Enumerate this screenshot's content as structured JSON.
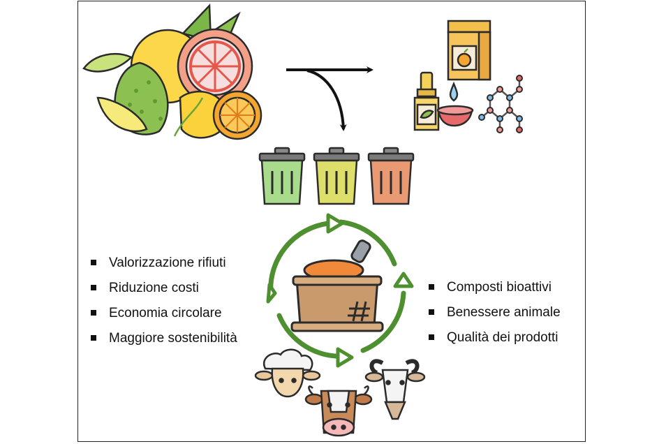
{
  "icons": {
    "fruits": "citrus-fruits-icon",
    "products": [
      "juice-carton-icon",
      "essential-oil-bottle-icon",
      "oil-drop-bowl-icon",
      "molecule-icon"
    ],
    "bins": [
      "green-bin-icon",
      "yellow-bin-icon",
      "orange-bin-icon"
    ],
    "feed": "feed-sack-icon",
    "animals": [
      "sheep-icon",
      "cow-icon",
      "goat-icon"
    ]
  },
  "colors": {
    "cycle_arrow": "#4e8f2f",
    "bin_green": "#a9db8c",
    "bin_yellow": "#dede6a",
    "bin_orange": "#e99a72",
    "sack": "#c99a6c"
  },
  "left_bullets": [
    "Valorizzazione rifiuti",
    "Riduzione costi",
    "Economia circolare",
    "Maggiore sostenibilità"
  ],
  "right_bullets": [
    "Composti bioattivi",
    "Benessere animale",
    "Qualità dei prodotti"
  ]
}
